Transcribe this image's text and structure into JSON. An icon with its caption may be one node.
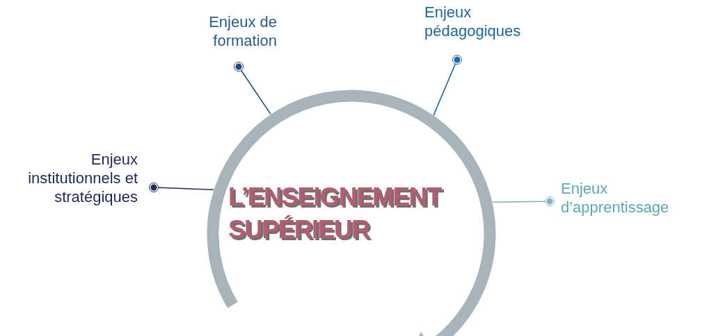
{
  "diagram": {
    "nodes": [
      {
        "text": [
          "Enjeux de formation"
        ]
      },
      {
        "text": [
          "Enjeux pédagogiques"
        ]
      },
      {
        "text": [
          "Enjeux institutionnels et stratégiques"
        ]
      },
      {
        "text": [
          "L’ENSEIGNEMENT SUPÉRIEUR"
        ]
      },
      {
        "text": [
          "Enjeux d’apprentissage"
        ]
      }
    ],
    "edges": [
      {
        "from": 0,
        "to": 3,
        "arrow": "other",
        "color": "#1f4b78"
      },
      {
        "from": 1,
        "to": 3,
        "arrow": "other",
        "color": "#1f66a0"
      },
      {
        "from": 2,
        "to": 3,
        "arrow": "other",
        "color": "#1e2a55"
      },
      {
        "from": 4,
        "to": 3,
        "arrow": "other",
        "color": "#7fb3c0"
      }
    ]
  }
}
